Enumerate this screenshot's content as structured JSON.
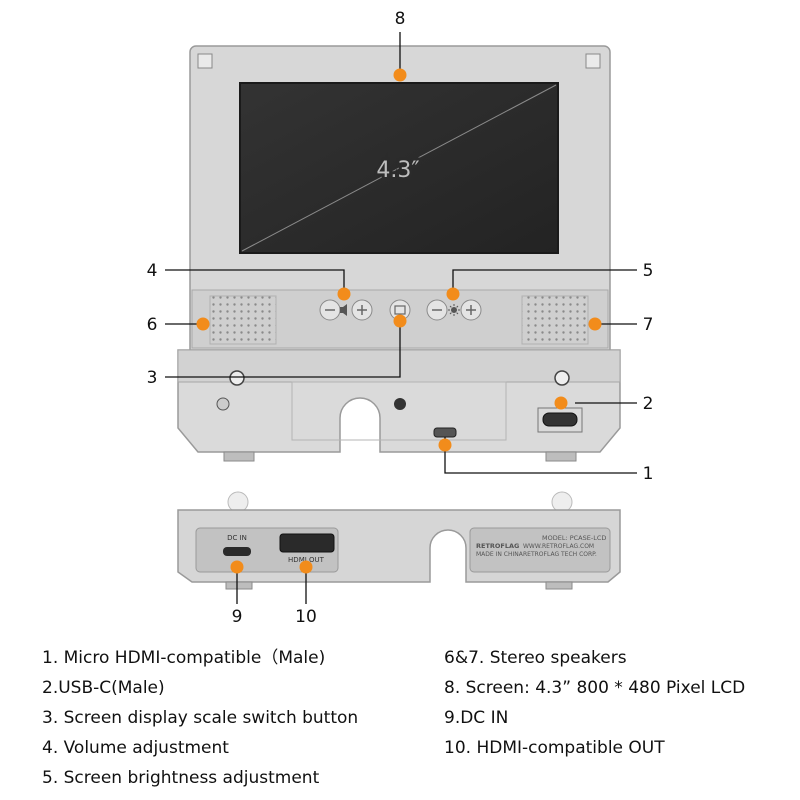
{
  "screen": {
    "size_label": "4.3″"
  },
  "case_text": {
    "dc_in": "DC IN",
    "hdmi_out": "HDMI OUT",
    "brand": "RETROFLAG",
    "model": "MODEL: PCASE-LCD",
    "website": "WWW.RETROFLAG.COM",
    "made_in": "MADE IN CHINA",
    "corp": "RETROFLAG TECH CORP."
  },
  "callouts": [
    "1",
    "2",
    "3",
    "4",
    "5",
    "6",
    "7",
    "8",
    "9",
    "10"
  ],
  "legend": {
    "left": [
      "1. Micro HDMI-compatible（Male)",
      "2.USB-C(Male)",
      "3. Screen display scale switch button",
      "4. Volume adjustment",
      "5. Screen brightness adjustment"
    ],
    "right": [
      "6&7. Stereo speakers",
      "8. Screen: 4.3” 800 * 480 Pixel LCD",
      "9.DC IN",
      "10. HDMI-compatible OUT"
    ]
  },
  "colors": {
    "callout_dot": "#f28c1b",
    "case": "#d9d9d9",
    "screen": "#2b2b2b"
  }
}
